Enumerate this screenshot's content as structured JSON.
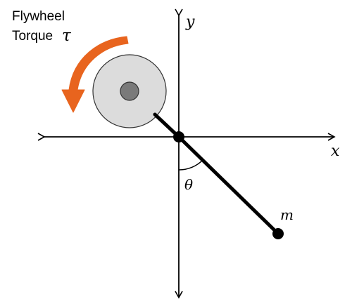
{
  "labels": {
    "flywheel_line1": "Flywheel",
    "flywheel_line2": "Torque",
    "torque_symbol": "τ",
    "axis_x": "x",
    "axis_y": "y",
    "angle": "θ",
    "mass": "m"
  },
  "colors": {
    "line": "#000000",
    "flywheel_fill": "#dcdcdc",
    "flywheel_stroke": "#333333",
    "hub_fill": "#7a7a7a",
    "torque_arrow": "#e8641e",
    "background": "#ffffff"
  }
}
